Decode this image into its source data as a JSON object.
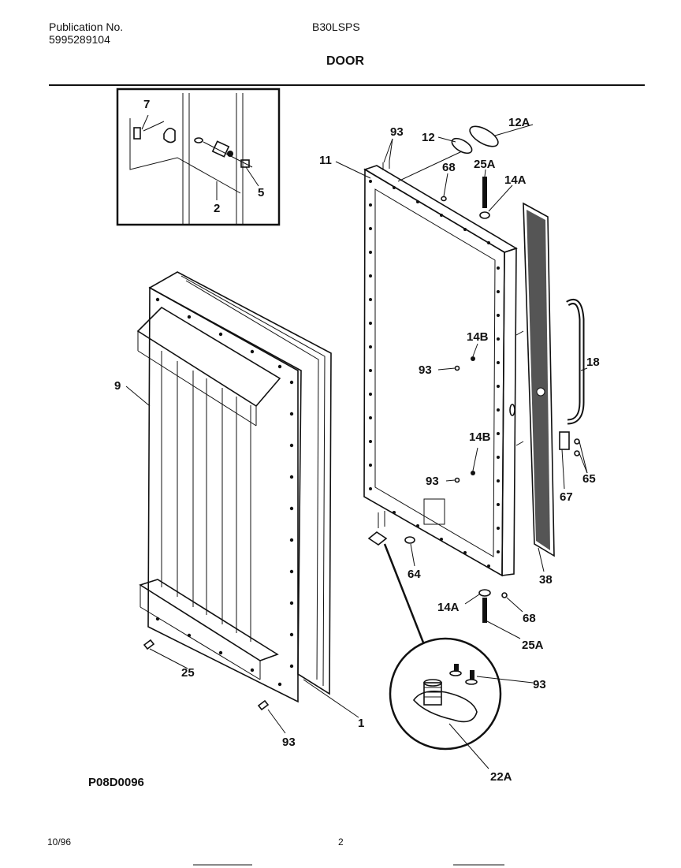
{
  "header": {
    "publication_label": "Publication No.",
    "publication_number": "5995289104",
    "model": "B30LSPS",
    "section_title": "DOOR"
  },
  "footer": {
    "figure_code": "P08D0096",
    "date": "10/96",
    "page_number": "2"
  },
  "callouts": {
    "c7": "7",
    "c2": "2",
    "c5": "5",
    "c93_top": "93",
    "c12": "12",
    "c12A": "12A",
    "c11": "11",
    "c68_top": "68",
    "c25A_top": "25A",
    "c14A_top": "14A",
    "c14B_upper": "14B",
    "c93_mid1": "93",
    "c18": "18",
    "c9": "9",
    "c14B_lower": "14B",
    "c93_mid2": "93",
    "c65": "65",
    "c67": "67",
    "c64": "64",
    "c38": "38",
    "c14A_bottom": "14A",
    "c68_bottom": "68",
    "c25A_bottom": "25A",
    "c25": "25",
    "c93_bottom_right": "93",
    "c1": "1",
    "c93_bottom_left": "93",
    "c22A": "22A"
  }
}
